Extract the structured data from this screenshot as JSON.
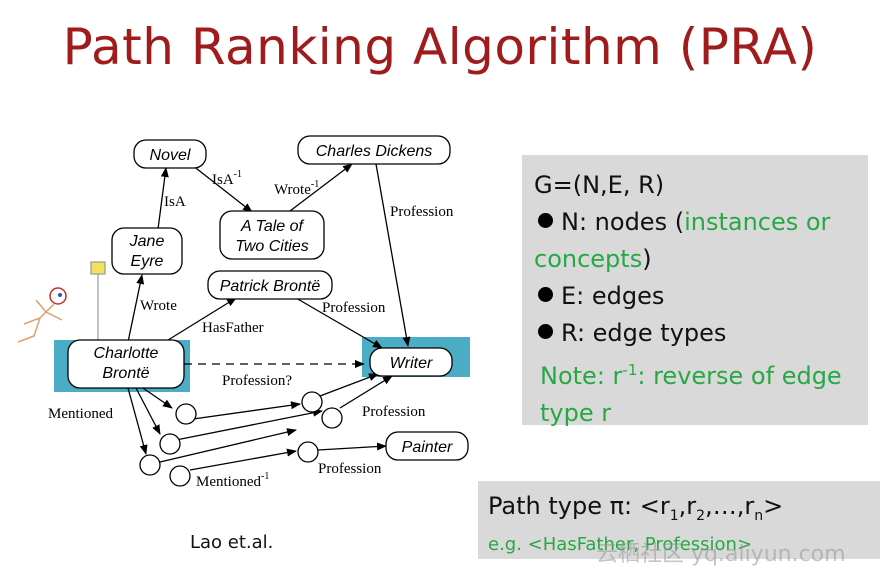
{
  "title": "Path Ranking Algorithm (PRA)",
  "graph": {
    "nodes": {
      "novel": "Novel",
      "charles_dickens": "Charles Dickens",
      "jane_eyre_1": "Jane",
      "jane_eyre_2": "Eyre",
      "tale_1": "A Tale of",
      "tale_2": "Two Cities",
      "patrick": "Patrick Brontë",
      "charlotte_1": "Charlotte",
      "charlotte_2": "Brontë",
      "writer": "Writer",
      "painter": "Painter"
    },
    "edges": {
      "isa": "IsA",
      "isa_inv": "IsA",
      "wrote_inv": "Wrote",
      "profession_dickens": "Profession",
      "wrote": "Wrote",
      "hasfather": "HasFather",
      "profession_patrick": "Profession",
      "profession_query": "Profession?",
      "mentioned": "Mentioned",
      "profession_mid": "Profession",
      "profession_low": "Profession",
      "mentioned_inv": "Mentioned",
      "inv_sup": "-1"
    }
  },
  "info": {
    "line1": "G=(N,E, R)",
    "n_prefix": "N: nodes (",
    "n_green": "instances or concepts",
    "n_suffix": ")",
    "e_line": "E: edges",
    "r_line": "R: edge types",
    "note_prefix": "Note: r",
    "note_sup": "-1",
    "note_suffix": ": reverse of edge type r"
  },
  "pathtype": {
    "prefix": "Path type π: <r",
    "sub1": "1",
    "sep1": ",r",
    "sub2": "2",
    "sep2": ",…,r",
    "subn": "n",
    "suffix": ">",
    "example": "e.g. <HasFather, Profession>"
  },
  "credit": "Lao et.al.",
  "watermark": "云栖社区 yq.aliyun.com",
  "colors": {
    "title": "#a01c1c",
    "highlight": "#4bacc6",
    "green": "#27a845",
    "panel": "#d9d9d9"
  }
}
